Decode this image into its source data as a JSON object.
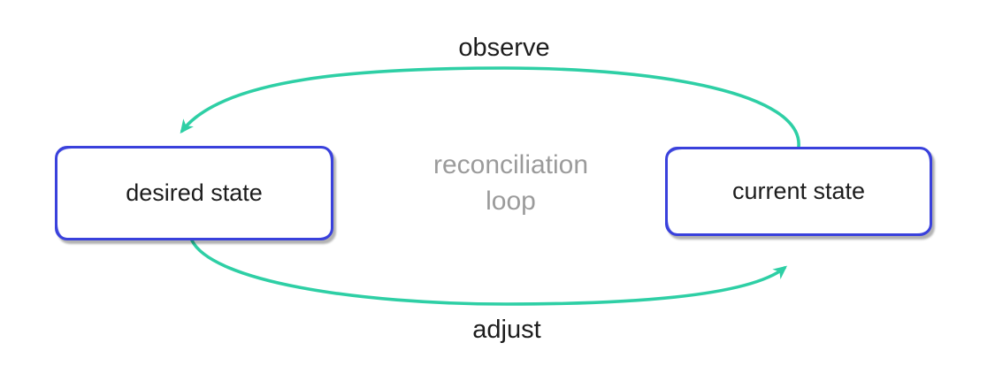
{
  "diagram": {
    "type": "flow-loop",
    "nodes": [
      {
        "id": "desired-state",
        "label": "desired state"
      },
      {
        "id": "current-state",
        "label": "current state"
      }
    ],
    "center_label": {
      "lines": [
        "reconciliation",
        "loop"
      ]
    },
    "edges": [
      {
        "id": "observe",
        "label": "observe",
        "from": "current-state",
        "to": "desired-state",
        "position": "top"
      },
      {
        "id": "adjust",
        "label": "adjust",
        "from": "desired-state",
        "to": "current-state",
        "position": "bottom"
      }
    ],
    "colors": {
      "node_border": "#3a41dc",
      "node_fill": "#ffffff",
      "node_text": "#1d1d1d",
      "edge_stroke": "#2ecfa5",
      "edge_label_text": "#1d1d1d",
      "center_text": "#9b9b9b",
      "background": "#ffffff"
    }
  }
}
